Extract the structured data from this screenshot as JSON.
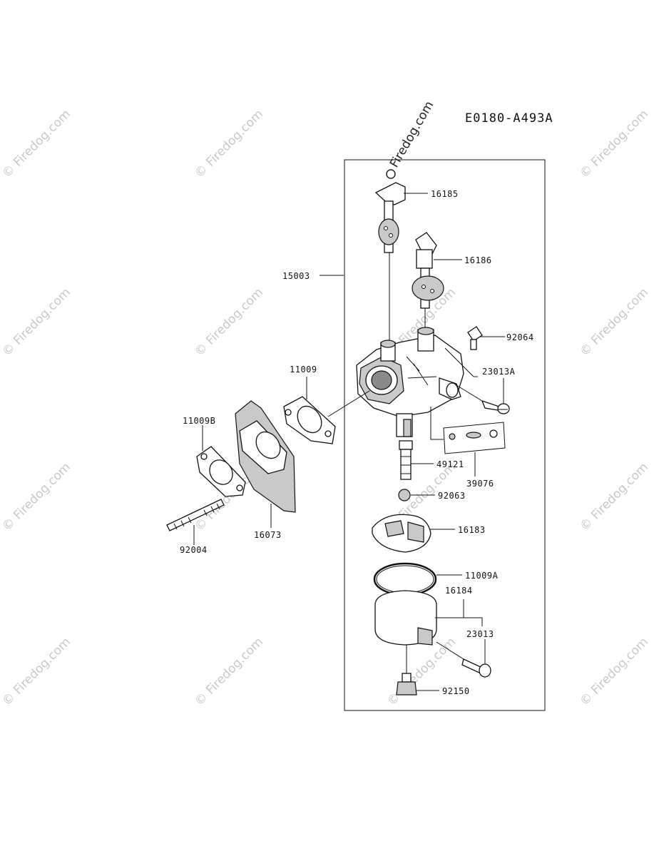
{
  "diagram_code": "E0180-A493A",
  "watermark": {
    "text": "© Firedog.com",
    "corner_text": "Firedog.com"
  },
  "parts": {
    "p16185": "16185",
    "p16186": "16186",
    "p15003": "15003",
    "p92064": "92064",
    "p23013A": "23013A",
    "p11009": "11009",
    "p11009B": "11009B",
    "p49121": "49121",
    "p39076": "39076",
    "p92063": "92063",
    "p16073": "16073",
    "p92004": "92004",
    "p16183": "16183",
    "p11009A": "11009A",
    "p16184": "16184",
    "p23013": "23013",
    "p92150": "92150"
  }
}
